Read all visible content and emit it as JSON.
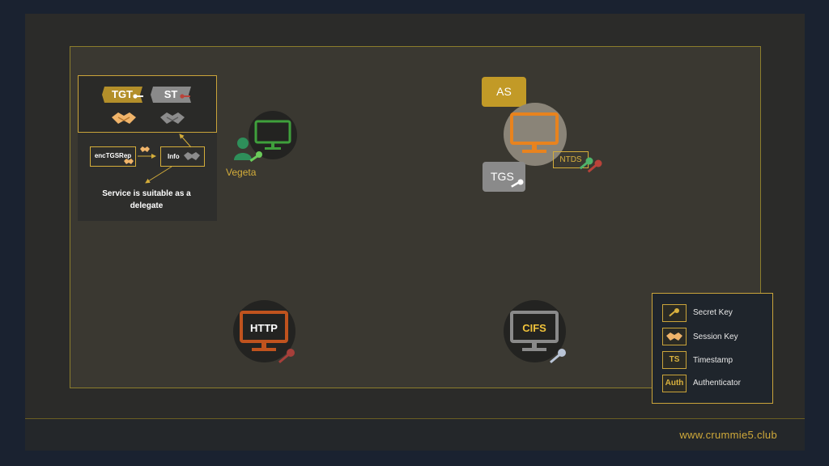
{
  "ticket_panel": {
    "tgt_label": "TGT",
    "st_label": "ST",
    "enc_label": "encTGSRep",
    "info_label": "Info",
    "service_text": "Service is suitable as a delegate"
  },
  "nodes": {
    "user_label": "Vegeta",
    "as_label": "AS",
    "tgs_label": "TGS",
    "ntds_label": "NTDS",
    "http_label": "HTTP",
    "cifs_label": "CIFS"
  },
  "legend": {
    "items": [
      {
        "label": "Secret Key",
        "icon": "key-icon"
      },
      {
        "label": "Session Key",
        "icon": "handshake-icon"
      },
      {
        "label": "Timestamp",
        "icon_text": "TS"
      },
      {
        "label": "Authenticator",
        "icon_text": "Auth"
      }
    ]
  },
  "footer": {
    "url": "www.crummie5.club"
  },
  "colors": {
    "gold": "#caa43a",
    "green": "#3fa03c",
    "orange": "#e8831e",
    "red_brown": "#c0531e"
  }
}
